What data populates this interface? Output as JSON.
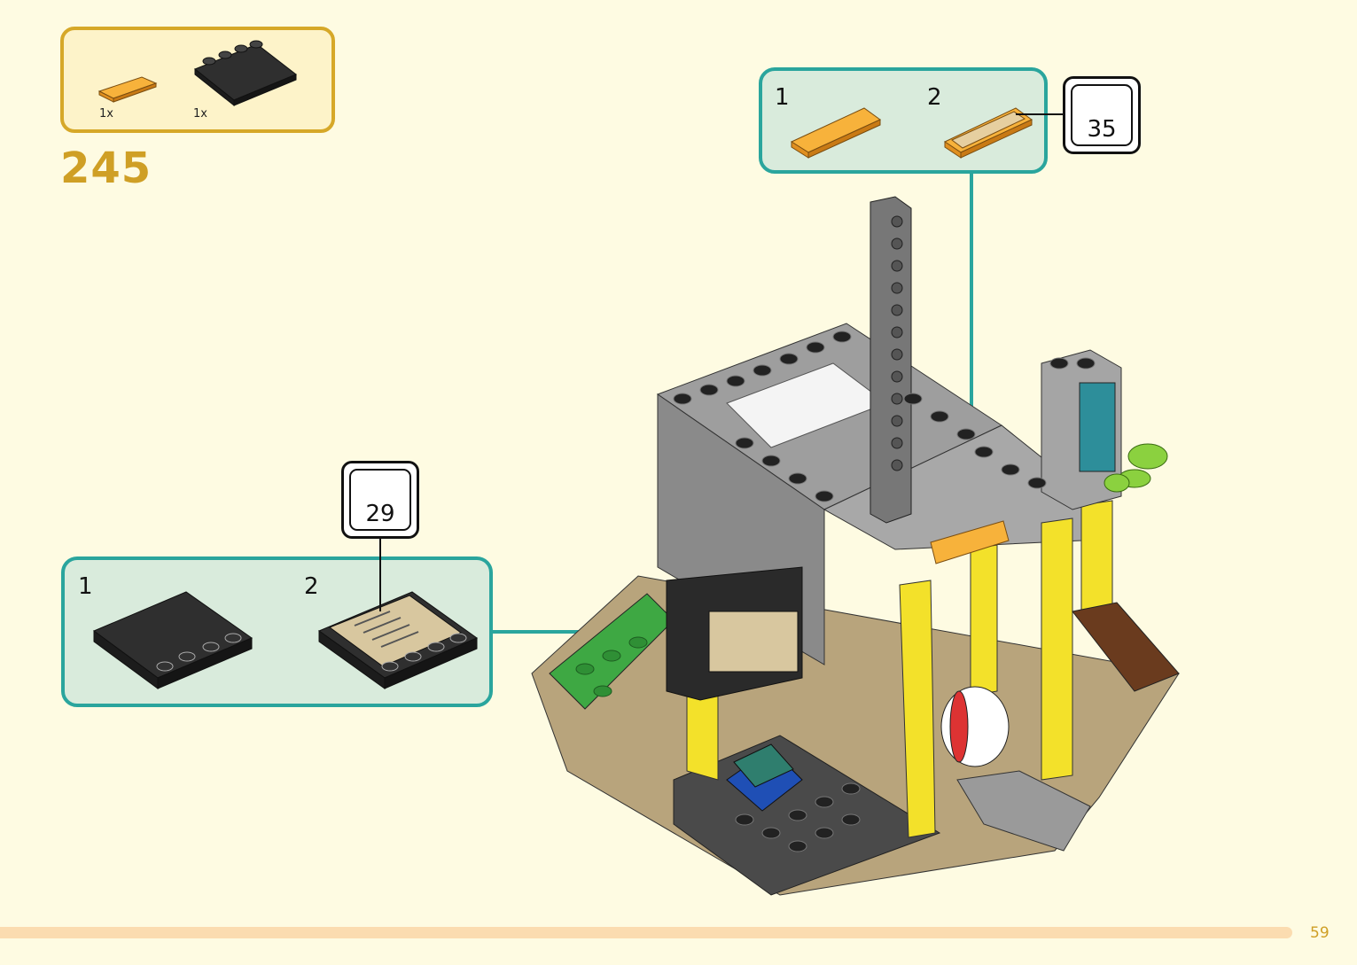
{
  "parts_list": {
    "items": [
      {
        "name": "orange-tile-1x4",
        "qty": "1x"
      },
      {
        "name": "black-plate-4x4-studs-edge",
        "qty": "1x"
      }
    ]
  },
  "step_number": "245",
  "sub_build_top": {
    "steps": [
      "1",
      "2"
    ],
    "callout_number": "35"
  },
  "sub_build_left": {
    "steps": [
      "1",
      "2"
    ],
    "callout_number": "29"
  },
  "page_number": "59",
  "colors": {
    "accent_gold": "#cf9f25",
    "teal": "#2aa59d",
    "background": "#fefbe2"
  }
}
